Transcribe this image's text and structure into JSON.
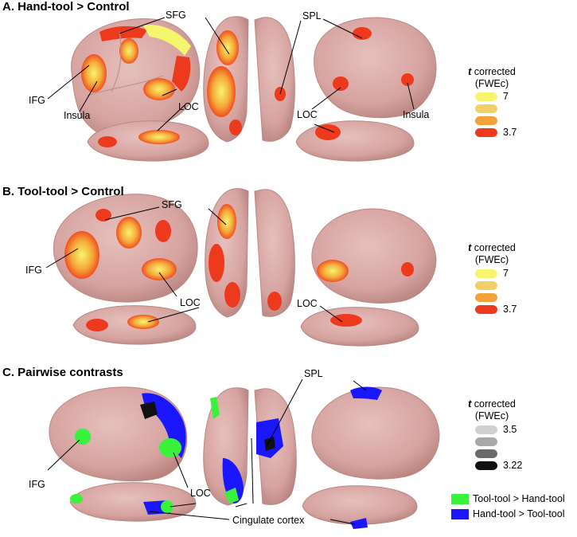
{
  "panels": {
    "a": {
      "title": "A. Hand-tool > Control",
      "labels": {
        "sfg": "SFG",
        "spl": "SPL",
        "ifg": "IFG",
        "insula_left": "Insula",
        "loc_left": "LOC",
        "loc_right": "LOC",
        "insula_right": "Insula"
      },
      "legend": {
        "t": "t",
        "corrected": "corrected",
        "fwec": "(FWEc)",
        "max": "7",
        "min": "3.7"
      }
    },
    "b": {
      "title": "B. Tool-tool > Control",
      "labels": {
        "sfg": "SFG",
        "ifg": "IFG",
        "loc_left": "LOC",
        "loc_right": "LOC"
      },
      "legend": {
        "t": "t",
        "corrected": "corrected",
        "fwec": "(FWEc)",
        "max": "7",
        "min": "3.7"
      }
    },
    "c": {
      "title": "C. Pairwise contrasts",
      "labels": {
        "spl": "SPL",
        "ifg": "IFG",
        "loc": "LOC",
        "cingulate": "Cingulate cortex"
      },
      "legend": {
        "t": "t",
        "corrected": "corrected",
        "fwec": "(FWEc)",
        "max": "3.5",
        "min": "3.22"
      },
      "key": [
        {
          "label": "Tool-tool > Hand-tool",
          "color": "#39f23a"
        },
        {
          "label": "Hand-tool > Tool-tool",
          "color": "#1a16ff"
        }
      ]
    }
  },
  "colors": {
    "brain": "#d9a9a6",
    "hot_high": "#f6f56e",
    "hot_mid": "#f2a23a",
    "hot_low": "#ee3a1c",
    "gray_high": "#d0d0d0",
    "gray_mid": "#8a8a8a",
    "gray_low": "#111111"
  }
}
